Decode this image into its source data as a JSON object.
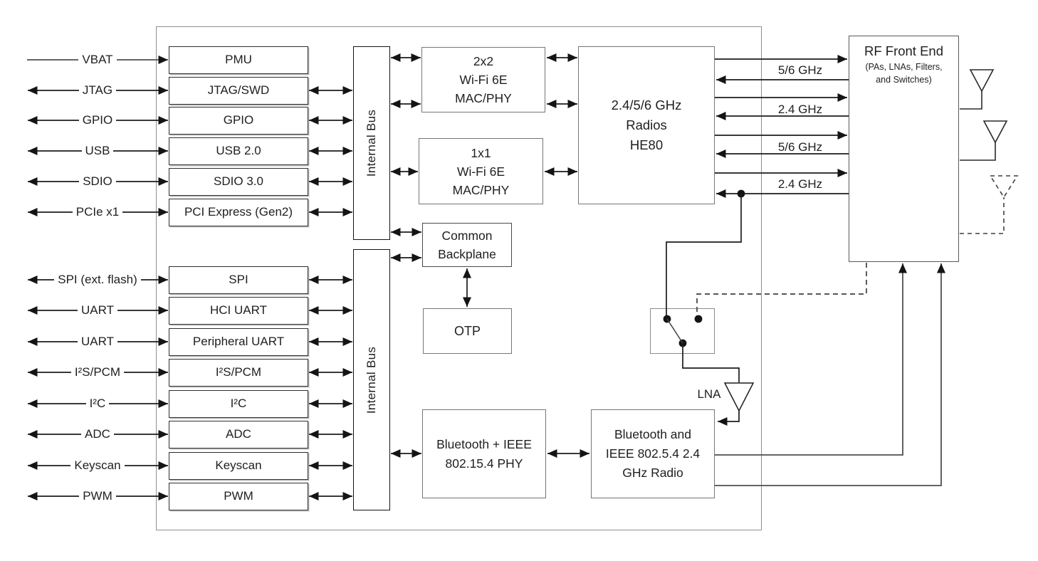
{
  "io_top": [
    {
      "port": "VBAT",
      "block": "PMU",
      "direction": "input"
    },
    {
      "port": "JTAG",
      "block": "JTAG/SWD",
      "direction": "bidirectional"
    },
    {
      "port": "GPIO",
      "block": "GPIO",
      "direction": "bidirectional"
    },
    {
      "port": "USB",
      "block": "USB 2.0",
      "direction": "bidirectional"
    },
    {
      "port": "SDIO",
      "block": "SDIO 3.0",
      "direction": "bidirectional"
    },
    {
      "port": "PCIe x1",
      "block": "PCI Express (Gen2)",
      "direction": "bidirectional"
    }
  ],
  "io_bottom": [
    {
      "port": "SPI (ext. flash)",
      "block": "SPI",
      "direction": "bidirectional"
    },
    {
      "port": "UART",
      "block": "HCI UART",
      "direction": "bidirectional"
    },
    {
      "port": "UART",
      "block": "Peripheral UART",
      "direction": "bidirectional"
    },
    {
      "port": "I²S/PCM",
      "block": "I²S/PCM",
      "direction": "bidirectional"
    },
    {
      "port": "I²C",
      "block": "I²C",
      "direction": "bidirectional"
    },
    {
      "port": "ADC",
      "block": "ADC",
      "direction": "bidirectional"
    },
    {
      "port": "Keyscan",
      "block": "Keyscan",
      "direction": "bidirectional"
    },
    {
      "port": "PWM",
      "block": "PWM",
      "direction": "bidirectional"
    }
  ],
  "buses": {
    "top": "Internal Bus",
    "bottom": "Internal Bus"
  },
  "blocks": {
    "wifi_2x2": {
      "lines": [
        "2x2",
        "Wi-Fi 6E",
        "MAC/PHY"
      ]
    },
    "wifi_1x1": {
      "lines": [
        "1x1",
        "Wi-Fi 6E",
        "MAC/PHY"
      ]
    },
    "common_backplane": {
      "lines": [
        "Common",
        "Backplane"
      ]
    },
    "otp": {
      "label": "OTP"
    },
    "radios": {
      "lines": [
        "2.4/5/6 GHz",
        "Radios",
        "HE80"
      ]
    },
    "bt_phy": {
      "lines": [
        "Bluetooth + IEEE",
        "802.15.4 PHY"
      ]
    },
    "bt_radio": {
      "lines": [
        "Bluetooth and",
        "IEEE 802.5.4 2.4",
        "GHz Radio"
      ]
    },
    "rf_front_end": {
      "title": "RF Front End",
      "subtitle_lines": [
        "(PAs, LNAs, Filters,",
        "and Switches)"
      ]
    }
  },
  "rf_links": [
    {
      "label": "5/6 GHz"
    },
    {
      "label": "2.4 GHz"
    },
    {
      "label": "5/6 GHz"
    },
    {
      "label": "2.4 GHz"
    }
  ],
  "lna": {
    "label": "LNA"
  },
  "colors": {
    "line": "#1c1c1c",
    "gray_line": "#4f4f4f",
    "box_border": "#767676",
    "io_border": "#2e2e2e",
    "chip_border": "#8f8f8f",
    "text": "#1f1f1f",
    "background": "#ffffff"
  }
}
